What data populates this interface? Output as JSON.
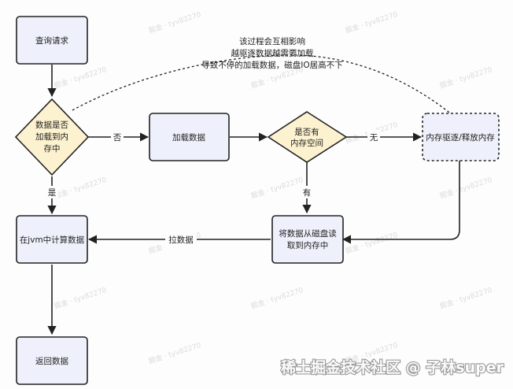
{
  "diagram": {
    "nodes": {
      "query_request": "查询请求",
      "data_in_memory_q1": "数据是否",
      "data_in_memory_q2": "加载到内",
      "data_in_memory_q3": "存中",
      "load_data": "加载数据",
      "has_memory_space_1": "是否有",
      "has_memory_space_2": "内存空间",
      "evict_free_memory": "内存驱逐/释放内存",
      "read_from_disk_1": "将数据从磁盘读",
      "read_from_disk_2": "取到内存中",
      "compute_in_jvm": "在jvm中计算数据",
      "return_data": "返回数据"
    },
    "edges": {
      "no_1": "否",
      "yes_1": "是",
      "no_space": "无",
      "has_space": "有",
      "pull_data": "拉数据"
    },
    "note": {
      "line1": "该过程会互相影响",
      "line2": "越驱逐数据越需要加载",
      "line3": "导致不停的加载数据，磁盘IO居高不下"
    },
    "watermark": "稀土掘金技术社区 @ 子林super",
    "colors": {
      "box_fill": "#eef1fb",
      "diamond_fill": "#fdf2cf",
      "stroke": "#222222"
    }
  }
}
